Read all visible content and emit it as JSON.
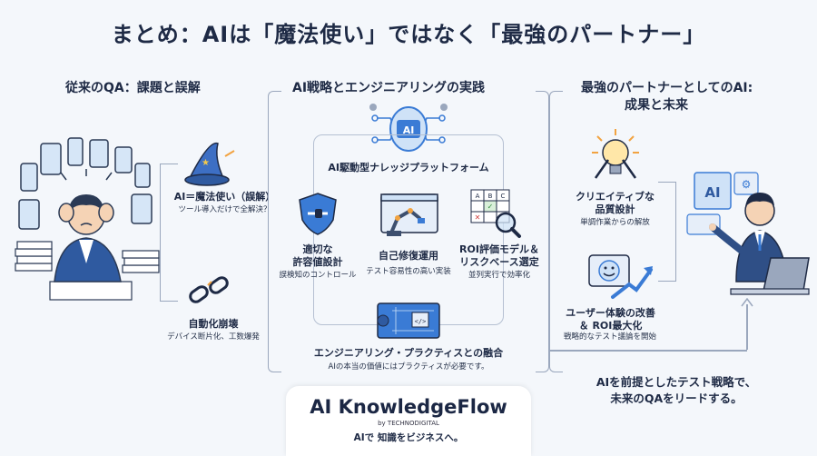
{
  "title": "まとめ：AIは「魔法使い」ではなく「最強のパートナー」",
  "left": {
    "heading": "従来のQA：課題と誤解",
    "magic_label": "AI＝魔法使い（誤解）",
    "magic_sub": "ツール導入だけで全解決？",
    "collapse_label": "自動化崩壊",
    "collapse_sub": "デバイス断片化、工数爆発"
  },
  "middle": {
    "heading": "AI戦略とエンジニアリングの実践",
    "platform_label": "AI駆動型ナレッジプラットフォーム",
    "chip_text": "AI",
    "items": [
      {
        "label": "適切な\n許容値設計",
        "sub": "誤検知のコントロール"
      },
      {
        "label": "自己修復運用",
        "sub": "テスト容易性の高い実装"
      },
      {
        "label": "ROI評価モデル＆\nリスクベース選定",
        "sub": "並列実行で効率化"
      }
    ],
    "grid_letters": [
      "A",
      "B",
      "C"
    ],
    "code_glyph": "</>",
    "fusion_label": "エンジニアリング・プラクティスとの融合",
    "fusion_sub": "AIの本当の価値にはプラクティスが必要です。"
  },
  "right": {
    "heading_line1": "最強のパートナーとしてのAI:",
    "heading_line2": "成果と未来",
    "creative_label": "クリエイティブな\n品質設計",
    "creative_sub": "単調作業からの解放",
    "ux_label": "ユーザー体験の改善\n＆ ROI最大化",
    "ux_sub": "戦略的なテスト議論を開始",
    "ai_panel_text": "AI",
    "conclusion": "AIを前提としたテスト戦略で、\n未来のQAをリードする。"
  },
  "footer": {
    "brand": "AI KnowledgeFlow",
    "by": "by TECHNODIGITAL",
    "tagline": "AIで 知識をビジネスへ。"
  },
  "colors": {
    "navy": "#1e2a45",
    "blue": "#3a7bd5",
    "light_blue": "#cfe2f7",
    "orange": "#f2a341",
    "line": "#9aa7bd"
  }
}
